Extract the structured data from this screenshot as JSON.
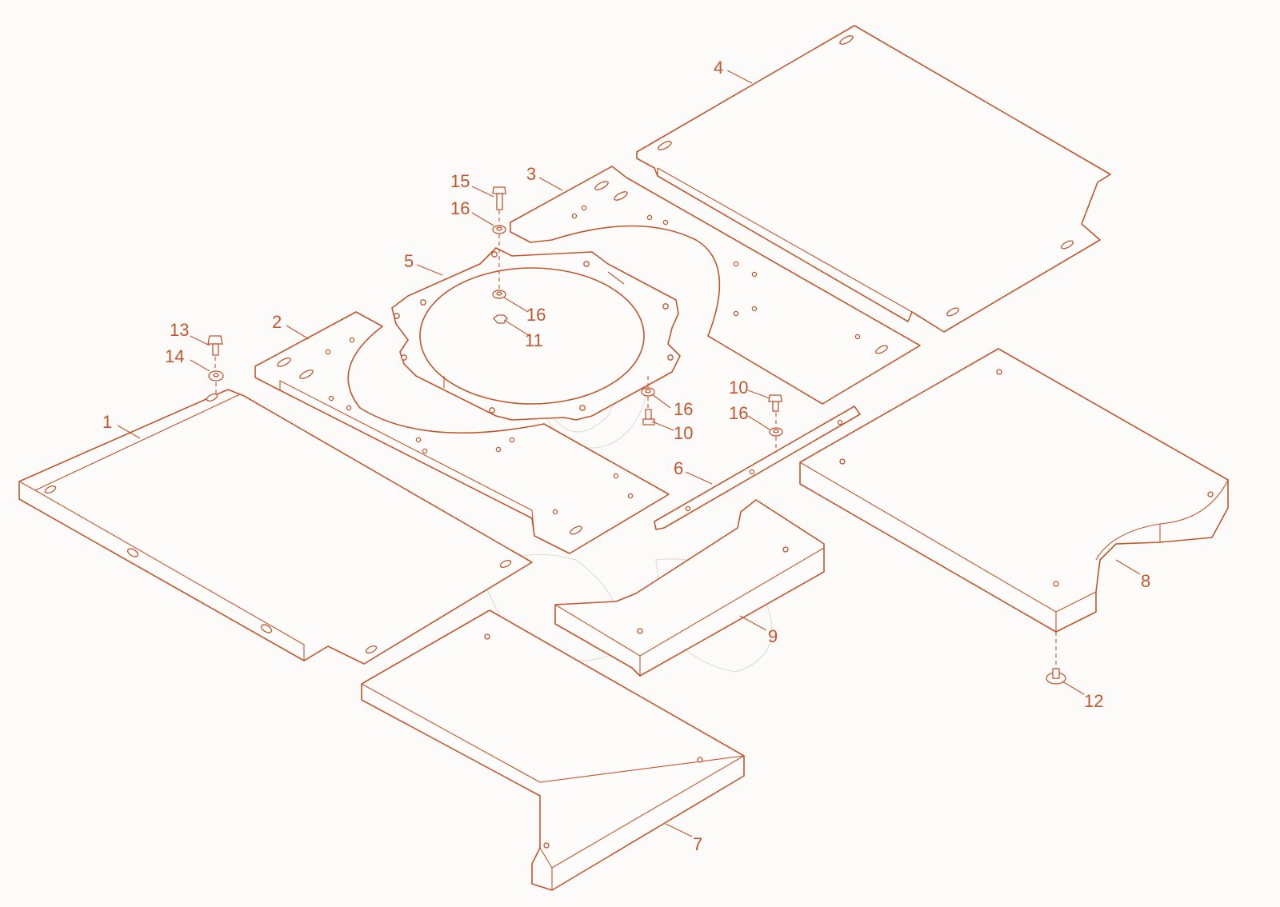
{
  "diagram": {
    "accent_color": "#c2562e",
    "background_color": "#fcfbf9",
    "callouts": [
      {
        "id": "c1",
        "label": "1"
      },
      {
        "id": "c2",
        "label": "2"
      },
      {
        "id": "c3",
        "label": "3"
      },
      {
        "id": "c4",
        "label": "4"
      },
      {
        "id": "c5",
        "label": "5"
      },
      {
        "id": "c6",
        "label": "6"
      },
      {
        "id": "c7",
        "label": "7"
      },
      {
        "id": "c8",
        "label": "8"
      },
      {
        "id": "c9",
        "label": "9"
      },
      {
        "id": "c10a",
        "label": "10"
      },
      {
        "id": "c10b",
        "label": "10"
      },
      {
        "id": "c11",
        "label": "11"
      },
      {
        "id": "c12",
        "label": "12"
      },
      {
        "id": "c13",
        "label": "13"
      },
      {
        "id": "c14",
        "label": "14"
      },
      {
        "id": "c15",
        "label": "15"
      },
      {
        "id": "c16a",
        "label": "16"
      },
      {
        "id": "c16b",
        "label": "16"
      },
      {
        "id": "c16c",
        "label": "16"
      },
      {
        "id": "c16d",
        "label": "16"
      }
    ]
  }
}
